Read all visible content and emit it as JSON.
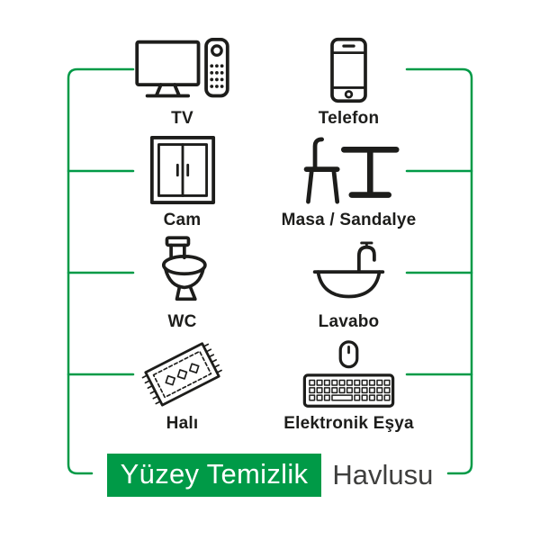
{
  "title": {
    "highlight": "Yüzey Temizlik",
    "rest": "Havlusu"
  },
  "colors": {
    "accent_green": "#009a47",
    "icon_ink": "#1d1d1b",
    "title_text_on_green": "#ffffff",
    "title_text_dark": "#3f3f3e"
  },
  "grid": {
    "items": [
      {
        "label": "TV",
        "icon": "tv-remote-icon"
      },
      {
        "label": "Telefon",
        "icon": "smartphone-icon"
      },
      {
        "label": "Cam",
        "icon": "window-icon"
      },
      {
        "label": "Masa / Sandalye",
        "icon": "chair-table-icon"
      },
      {
        "label": "WC",
        "icon": "toilet-icon"
      },
      {
        "label": "Lavabo",
        "icon": "sink-faucet-icon"
      },
      {
        "label": "Halı",
        "icon": "rug-icon"
      },
      {
        "label": "Elektronik Eşya",
        "icon": "keyboard-mouse-icon"
      }
    ]
  }
}
